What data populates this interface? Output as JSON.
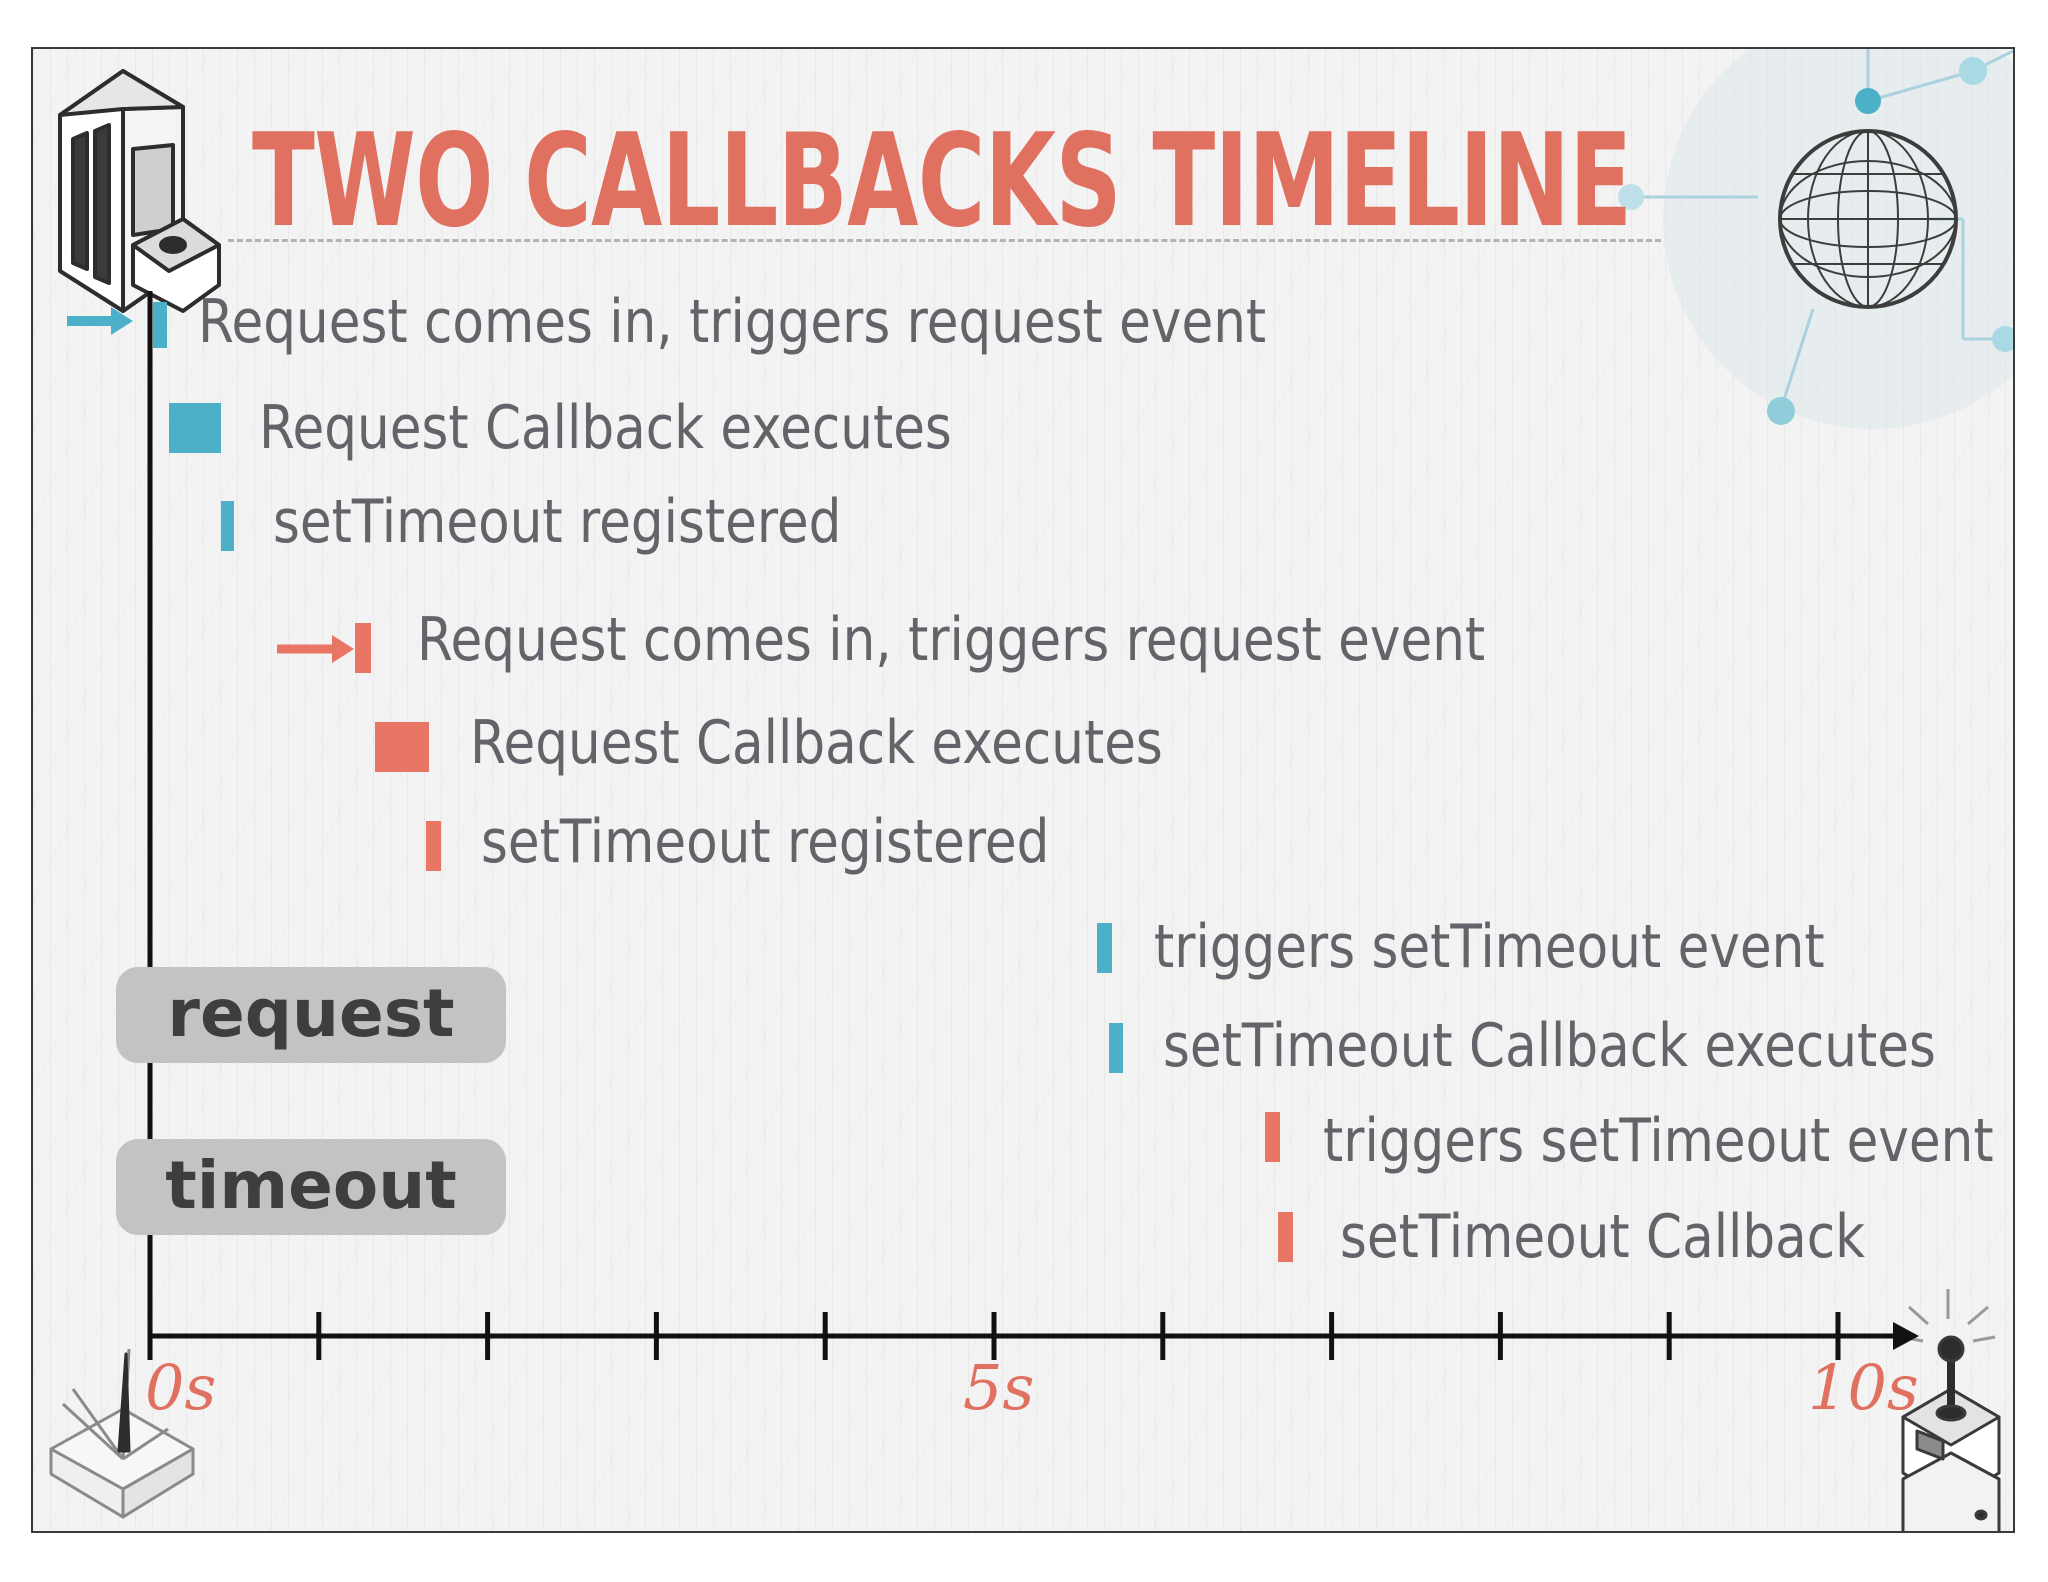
{
  "title": "TWO CALLBACKS TIMELINE",
  "colors": {
    "first_request": "#4bb0c8",
    "second_request": "#e97565",
    "title": "#e0705f",
    "axis": "#111111",
    "text": "#636369"
  },
  "events": [
    {
      "label": "Request comes in, triggers request event",
      "series": "first",
      "marker": "bar-with-arrow"
    },
    {
      "label": "Request Callback executes",
      "series": "first",
      "marker": "block"
    },
    {
      "label": "setTimeout registered",
      "series": "first",
      "marker": "bar"
    },
    {
      "label": "Request comes in, triggers request event",
      "series": "second",
      "marker": "bar-with-arrow"
    },
    {
      "label": "Request Callback executes",
      "series": "second",
      "marker": "block"
    },
    {
      "label": "setTimeout registered",
      "series": "second",
      "marker": "bar"
    },
    {
      "label": "triggers setTimeout event",
      "series": "first",
      "marker": "bar"
    },
    {
      "label": "setTimeout Callback executes",
      "series": "first",
      "marker": "bar"
    },
    {
      "label": "triggers setTimeout event",
      "series": "second",
      "marker": "bar"
    },
    {
      "label": "setTimeout Callback",
      "series": "second",
      "marker": "bar"
    }
  ],
  "pills": [
    "request",
    "timeout"
  ],
  "axis": {
    "tick_labels": [
      "0s",
      "5s",
      "10s"
    ],
    "tick_count": 11
  },
  "icons": [
    "server-tower-icon",
    "globe-network-icon",
    "joystick-box-icon",
    "drill-box-icon"
  ]
}
